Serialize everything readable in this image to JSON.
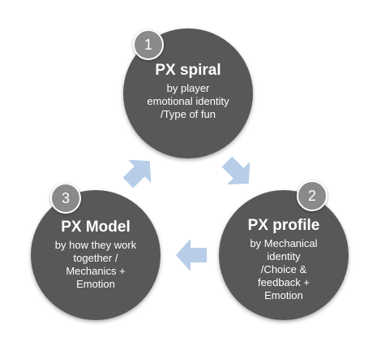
{
  "colors": {
    "circle": "#58585a",
    "badge": "#8a8a8a",
    "arrow": "#b7cde8",
    "text": "#ffffff"
  },
  "nodes": [
    {
      "number": "1",
      "title": "PX spiral",
      "lines": [
        "by player",
        "emotional identity",
        "/Type of fun"
      ]
    },
    {
      "number": "2",
      "title": "PX profile",
      "lines": [
        "by Mechanical",
        "identity",
        "/Choice &",
        "feedback +",
        "Emotion"
      ]
    },
    {
      "number": "3",
      "title": "PX Model",
      "lines": [
        "by how they work",
        "together /",
        "Mechanics +",
        "Emotion"
      ]
    }
  ]
}
